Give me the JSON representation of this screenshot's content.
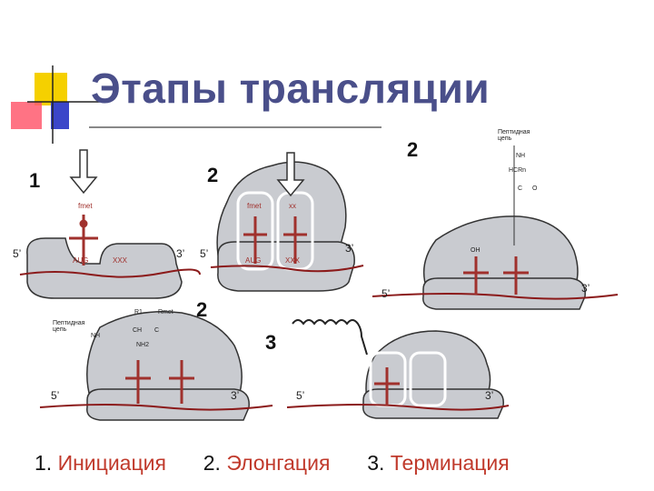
{
  "title": "Этапы трансляции",
  "stage_numbers": [
    "1",
    "2",
    "2",
    "2",
    "3"
  ],
  "ends": {
    "five": "5’",
    "three": "3’"
  },
  "panel1": {
    "trna_label": "fmet",
    "codon1": "AUG",
    "codon2": "XXX"
  },
  "panel2": {
    "trna_label": "fmet",
    "trna_label2": "xx",
    "codon1": "AUG",
    "codon2": "XXX"
  },
  "panel3": {
    "chain_text": "Пептидная цепь",
    "r1": "R1",
    "r2": "Rmet",
    "nh": "NH",
    "ch": "CH",
    "c": "C",
    "nh2": "NH2"
  },
  "panel4": {
    "chain_text": "Пептидная цепь",
    "oh": "OH",
    "nh": "NH",
    "hcr": "HCRn",
    "c": "C",
    "o": "O"
  },
  "caption": {
    "n1": "1.",
    "t1": "Инициация",
    "n2": "2.",
    "t2": "Элонгация",
    "n3": "3.",
    "t3": "Терминация"
  },
  "colors": {
    "title": "#4a4f8a",
    "term": "#c0392b",
    "ribosome": "#c9cbd0",
    "mrna": "#8b1a1a",
    "trna": "#a0312d"
  }
}
